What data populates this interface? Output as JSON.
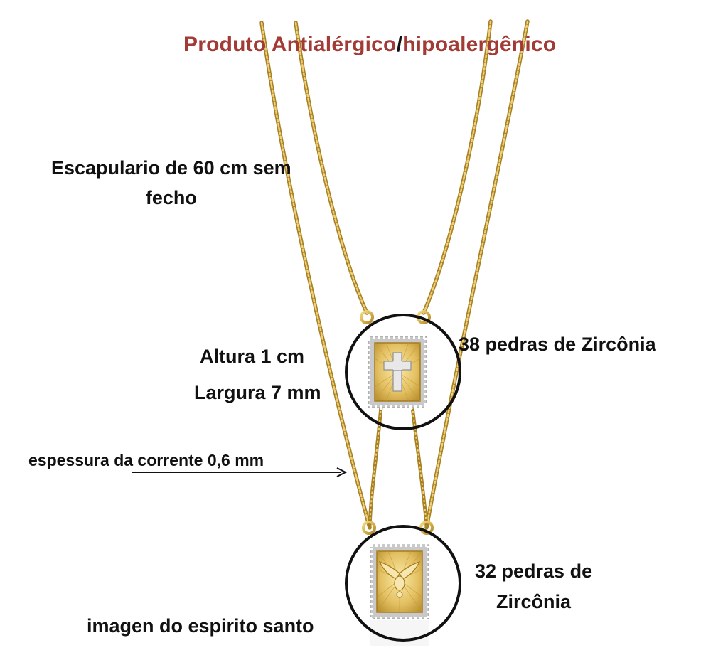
{
  "title": {
    "part1": "Produto  Antialérgico",
    "slash": "/",
    "part2": "hipoalergênico"
  },
  "chain_label": {
    "line1": "Escapulario de 60 cm sem",
    "line2": "fecho"
  },
  "top_pendant": {
    "stones": "38 pedras de Zircônia",
    "height": "Altura  1 cm",
    "width": "Largura 7 mm"
  },
  "chain_thickness": "espessura da corrente 0,6 mm",
  "bottom_pendant": {
    "stones_line1": "32 pedras de",
    "stones_line2": "Zircônia",
    "image_caption": "imagen do espirito santo"
  },
  "colors": {
    "title_red": "#a23a36",
    "gold": "#d8b24a",
    "gold_dark": "#a67c1e",
    "circle": "#111111"
  },
  "icons": [
    "cross-icon",
    "dove-icon",
    "arrow-right-icon"
  ]
}
